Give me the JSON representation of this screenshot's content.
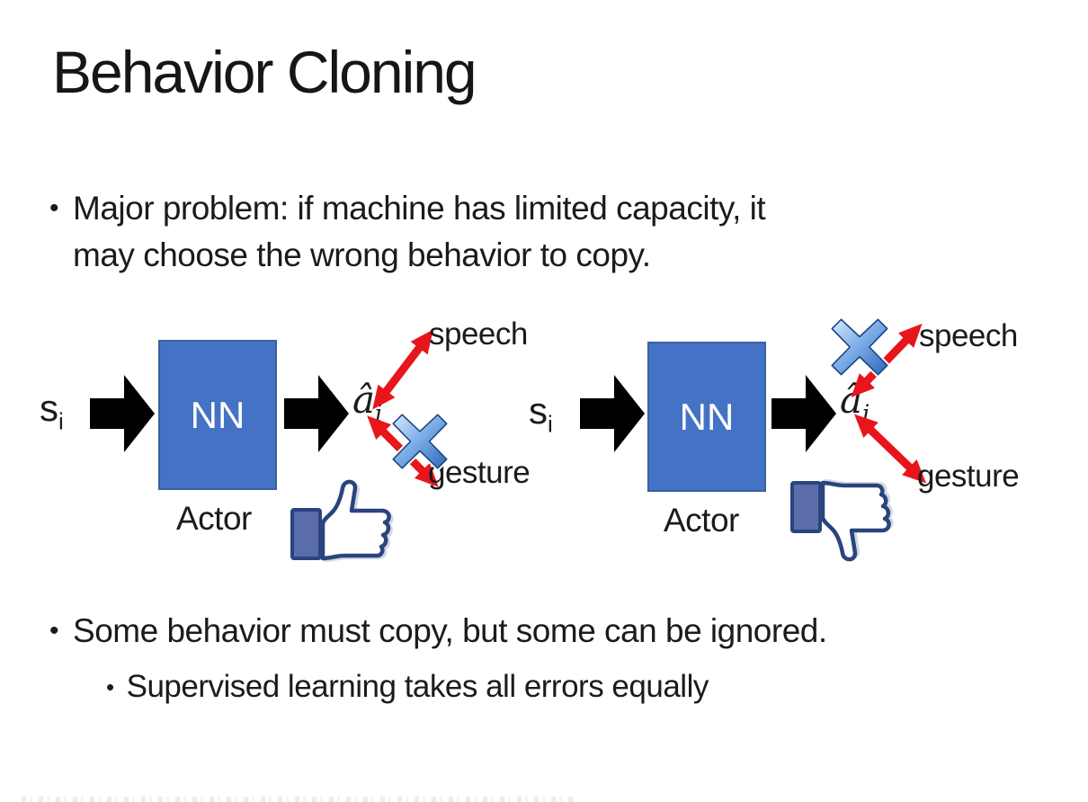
{
  "slide": {
    "title": "Behavior Cloning",
    "bullet_char": "•",
    "bullets": {
      "b1_line1": "Major problem: if machine has limited capacity, it",
      "b1_line2": "may choose the wrong behavior to copy.",
      "b2": "Some behavior must copy, but some can be ignored.",
      "b2_sub": "Supervised learning takes all errors equally"
    },
    "diagram_left": {
      "input_main": "s",
      "input_sub": "i",
      "box_label": "NN",
      "box_caption": "Actor",
      "output_main": "â",
      "output_sub": "i",
      "action_top": "speech",
      "action_bottom": "gesture",
      "crossed_action": "gesture",
      "feedback_icon": "thumbs-up"
    },
    "diagram_right": {
      "input_main": "s",
      "input_sub": "i",
      "box_label": "NN",
      "box_caption": "Actor",
      "output_main": "â",
      "output_sub": "i",
      "action_top": "speech",
      "action_bottom": "gesture",
      "crossed_action": "speech",
      "feedback_icon": "thumbs-down"
    },
    "colors": {
      "background": "#FFFFFF",
      "text": "#1B1B1B",
      "nn_box_fill": "#4472C4",
      "nn_box_border": "#3A619F",
      "flow_arrow": "#000000",
      "action_arrow_red": "#E8151B",
      "cross_light": "#D6E9FB",
      "cross_dark": "#2E66BC",
      "cross_outline": "#1A4480",
      "thumb_outline": "#29447E",
      "thumb_cuff": "#5B6DA9"
    }
  }
}
